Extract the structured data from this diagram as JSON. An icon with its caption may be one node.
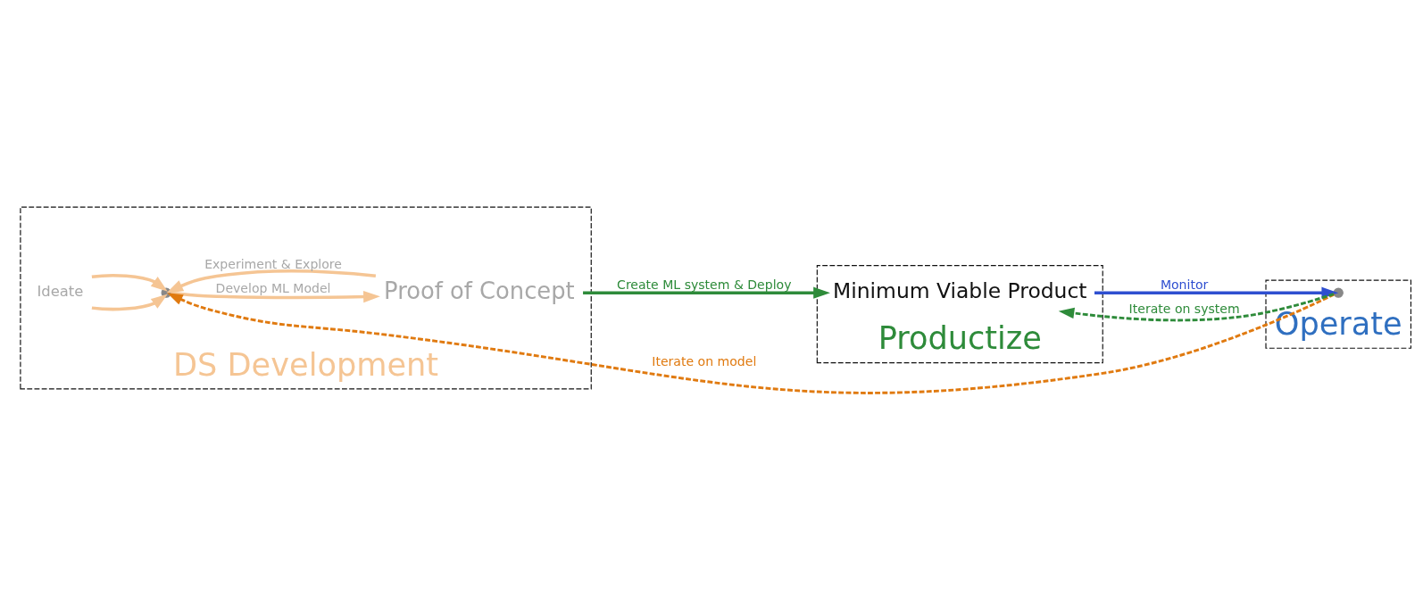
{
  "diagram": {
    "nodes": [
      {
        "text": [
          "DS Development"
        ]
      },
      {
        "text": [
          "Ideate"
        ],
        "in": 0
      },
      {
        "text": [],
        "shape": "point",
        "in": 0
      },
      {
        "text": [
          "Proof of Concept"
        ],
        "in": 0
      },
      {
        "text": [
          "Productize"
        ]
      },
      {
        "text": [
          "Minimum Viable Product"
        ],
        "in": 4
      },
      {
        "text": [
          "Operate"
        ]
      },
      {
        "text": [],
        "shape": "point",
        "in": 6
      }
    ],
    "edges": [
      {
        "from": 1,
        "to": 2,
        "arrow": "to"
      },
      {
        "from": 1,
        "to": 2,
        "arrow": "to"
      },
      {
        "from": 3,
        "to": 2,
        "arrow": "to",
        "label": "Experiment & Explore"
      },
      {
        "from": 2,
        "to": 3,
        "arrow": "to",
        "label": "Develop ML Model"
      },
      {
        "from": 3,
        "to": 5,
        "arrow": "to",
        "label": "Create ML system & Deploy",
        "color": "#2e8b3a"
      },
      {
        "from": 5,
        "to": 7,
        "arrow": "to",
        "label": "Monitor",
        "color": "#2f4fd0"
      },
      {
        "from": 7,
        "to": 2,
        "arrow": "to",
        "label": "Iterate on model",
        "color": "#e07a10",
        "style": "dashed"
      },
      {
        "from": 7,
        "to": 5,
        "arrow": "to",
        "label": "Iterate on system",
        "color": "#2e8b3a",
        "style": "dashed"
      }
    ]
  }
}
